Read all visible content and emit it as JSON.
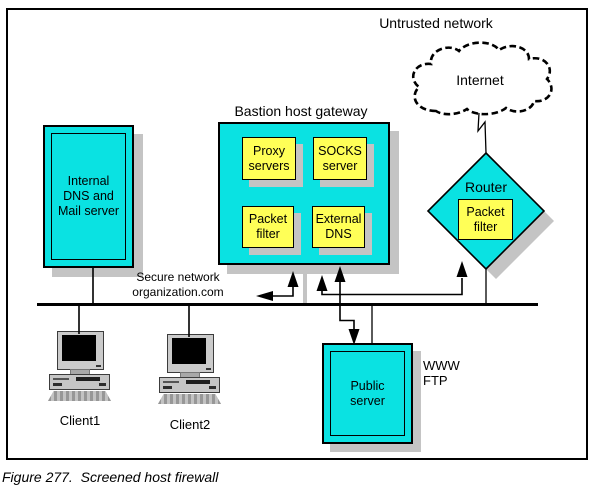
{
  "colors": {
    "cyan": "#0ae2e2",
    "yellow": "#ffff57",
    "shadow": "#c4c4c4",
    "ink": "#000000"
  },
  "nodes": {
    "untrusted_network": "Untrusted network",
    "internet": "Internet",
    "router": "Router",
    "router_filter": "Packet\nfilter",
    "bastion_title": "Bastion host gateway",
    "proxy": "Proxy\nservers",
    "socks": "SOCKS\nserver",
    "packet_filter": "Packet\nfilter",
    "external_dns": "External\nDNS",
    "internal_server": "Internal\nDNS and\nMail server",
    "secure_network": "Secure network\norganization.com",
    "public_server": "Public\nserver",
    "public_services": "WWW\nFTP",
    "client1": "Client1",
    "client2": "Client2"
  },
  "caption": "Figure 277.  Screened host firewall"
}
